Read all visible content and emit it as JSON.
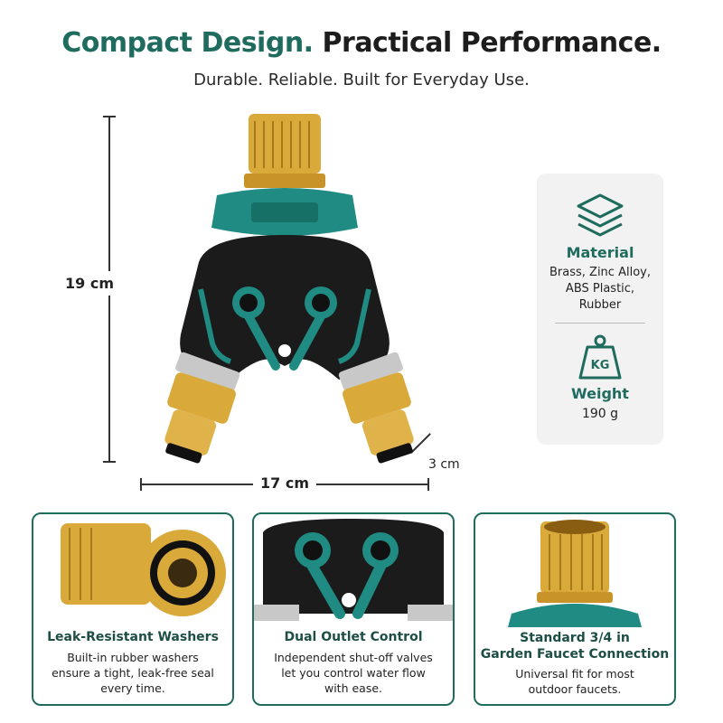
{
  "header": {
    "title_accent": "Compact Design.",
    "title_main": "Practical Performance.",
    "subtitle": "Durable. Reliable. Built for Everyday Use."
  },
  "dimensions": {
    "height": "19 cm",
    "width": "17 cm",
    "depth": "3 cm"
  },
  "specs": {
    "material": {
      "label": "Material",
      "value": [
        "Brass, Zinc Alloy,",
        "ABS Plastic,",
        "Rubber"
      ]
    },
    "weight": {
      "label": "Weight",
      "value": "190 g",
      "icon_text": "KG"
    }
  },
  "features": [
    {
      "title": "Leak-Resistant Washers",
      "text": [
        "Built-in rubber washers",
        "ensure a tight, leak-free seal",
        "every time."
      ]
    },
    {
      "title": "Dual Outlet Control",
      "text": [
        "Independent shut-off valves",
        "let you control water flow",
        "with ease."
      ]
    },
    {
      "title_lines": [
        "Standard 3/4 in",
        "Garden Faucet Connection"
      ],
      "text": [
        "Universal fit for most",
        "outdoor faucets."
      ]
    }
  ],
  "colors": {
    "accent": "#1f6b5e",
    "teal": "#1f8b82",
    "brass": "#d9a93a",
    "black": "#1b1b1b"
  }
}
